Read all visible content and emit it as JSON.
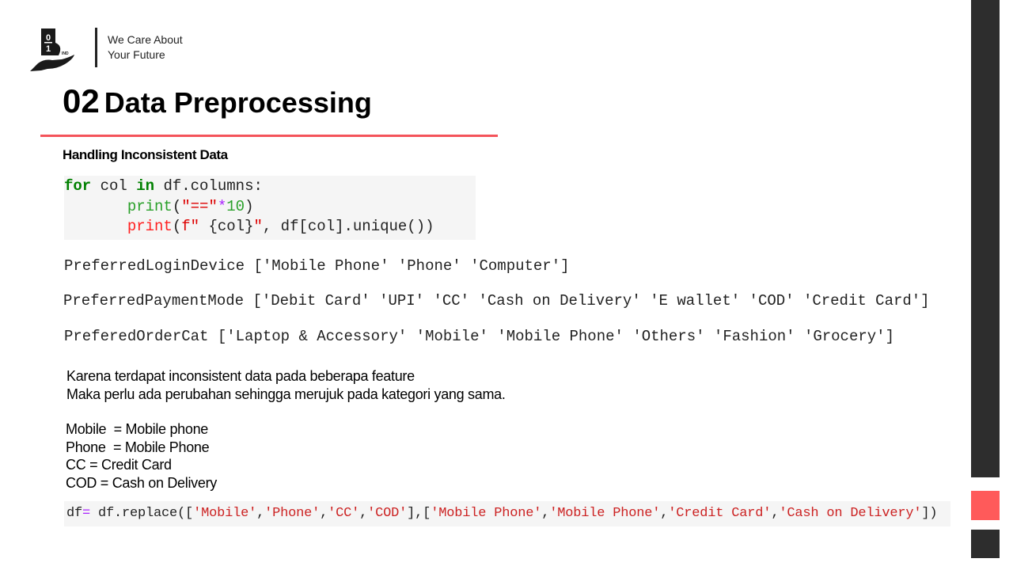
{
  "header": {
    "logo_text": "01 BIND",
    "tagline_1": "We Care About",
    "tagline_2": "Your Future"
  },
  "title": {
    "number": "02",
    "text": "Data Preprocessing"
  },
  "subtitle": "Handling Inconsistent Data",
  "colors": {
    "accent": "#f4535a",
    "dark": "#2d2d2d",
    "code_bg": "#f5f5f5"
  },
  "code": [
    [
      {
        "t": "for",
        "c": "#008000",
        "b": true
      },
      {
        "t": " col ",
        "c": "#222"
      },
      {
        "t": "in",
        "c": "#008000",
        "b": true
      },
      {
        "t": " df.columns:",
        "c": "#222"
      }
    ],
    [
      {
        "t": "       print",
        "c": "#2aa02a"
      },
      {
        "t": "(",
        "c": "#222"
      },
      {
        "t": "\"==\"",
        "c": "#d00"
      },
      {
        "t": "*",
        "c": "#aa22ff"
      },
      {
        "t": "10",
        "c": "#2aa02a"
      },
      {
        "t": ")",
        "c": "#222"
      }
    ],
    [
      {
        "t": "       print",
        "c": "#ff2020"
      },
      {
        "t": "(",
        "c": "#222"
      },
      {
        "t": "f\"",
        "c": "#d00"
      },
      {
        "t": " {col}",
        "c": "#222"
      },
      {
        "t": "\"",
        "c": "#d00"
      },
      {
        "t": ", df[col].unique())",
        "c": "#222"
      }
    ]
  ],
  "outputs": [
    "PreferredLoginDevice ['Mobile Phone' 'Phone' 'Computer']",
    "PreferredPaymentMode ['Debit Card' 'UPI' 'CC' 'Cash on Delivery' 'E wallet' 'COD' 'Credit Card']",
    "PreferedOrderCat ['Laptop & Accessory' 'Mobile' 'Mobile Phone' 'Others' 'Fashion' 'Grocery']"
  ],
  "explanation": [
    "Karena terdapat inconsistent data pada beberapa feature",
    "Maka perlu ada perubahan sehingga merujuk pada kategori yang sama."
  ],
  "mappings": [
    "Mobile  = Mobile phone",
    "Phone  = Mobile Phone",
    "CC = Credit Card",
    "COD = Cash on Delivery"
  ],
  "replace_code": [
    {
      "t": "df",
      "c": "#222"
    },
    {
      "t": "=",
      "c": "#aa22ff"
    },
    {
      "t": " df.replace([",
      "c": "#222"
    },
    {
      "t": "'Mobile'",
      "c": "#c22"
    },
    {
      "t": ",",
      "c": "#222"
    },
    {
      "t": "'Phone'",
      "c": "#c22"
    },
    {
      "t": ",",
      "c": "#222"
    },
    {
      "t": "'CC'",
      "c": "#c22"
    },
    {
      "t": ",",
      "c": "#222"
    },
    {
      "t": "'COD'",
      "c": "#c22"
    },
    {
      "t": "],[",
      "c": "#222"
    },
    {
      "t": "'Mobile Phone'",
      "c": "#c22"
    },
    {
      "t": ",",
      "c": "#222"
    },
    {
      "t": "'Mobile Phone'",
      "c": "#c22"
    },
    {
      "t": ",",
      "c": "#222"
    },
    {
      "t": "'Credit Card'",
      "c": "#c22"
    },
    {
      "t": ",",
      "c": "#222"
    },
    {
      "t": "'Cash on Delivery'",
      "c": "#c22"
    },
    {
      "t": "])",
      "c": "#222"
    }
  ]
}
